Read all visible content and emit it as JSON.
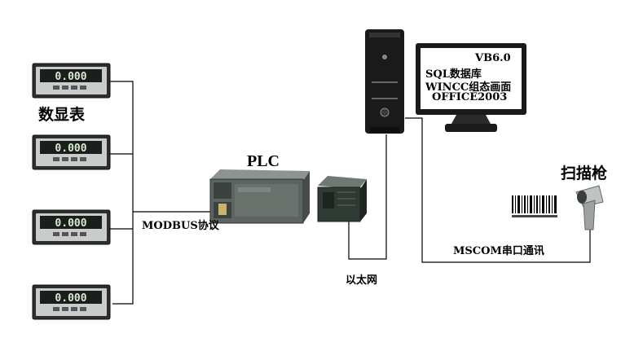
{
  "labels": {
    "meters": "数显表",
    "plc": "PLC",
    "modbus": "MODBUS协议",
    "ethernet": "以太网",
    "scanner": "扫描枪",
    "mscom": "MSCOM串口通讯"
  },
  "meter": {
    "readout": "0.000",
    "count": 4
  },
  "monitor_screen": {
    "line1": "VB6.0",
    "line2": "SQL数据库",
    "line3": "WINCC组态画面",
    "line4": "OFFICE2003"
  },
  "colors": {
    "device_dark": "#2f3a34",
    "meter_display": "#1b1f1c",
    "line": "#000000",
    "screen_bg": "#ffffff",
    "pc_body": "#1a1a1a"
  }
}
